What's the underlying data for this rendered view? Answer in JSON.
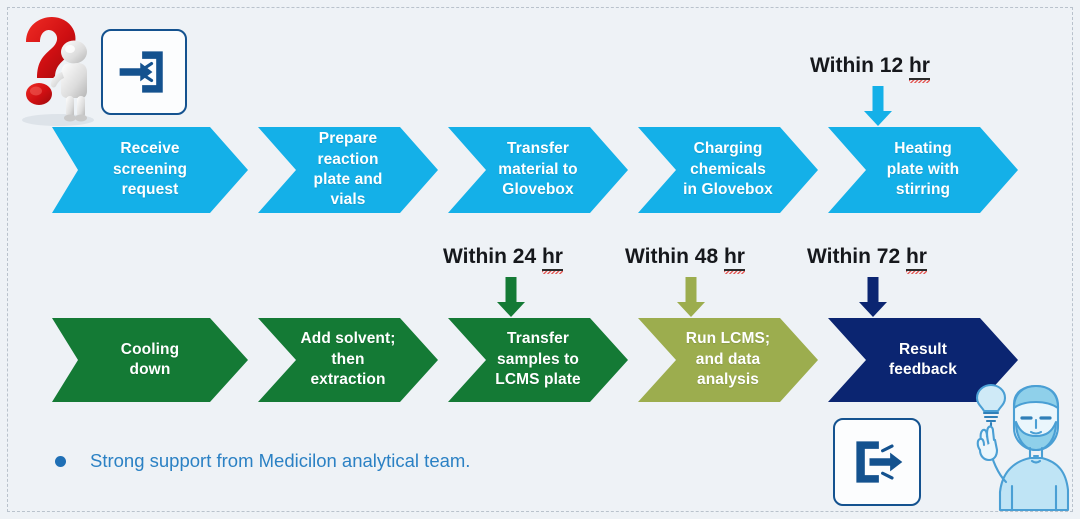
{
  "page": {
    "background_color": "#eef2f6",
    "border_style": "dashed"
  },
  "colors": {
    "blue_chevron": "#14b0e8",
    "green_chevron": "#147a35",
    "olive_chevron": "#9cad4e",
    "navy_chevron": "#0b2571",
    "bullet_text": "#2b81c4",
    "bullet_dot": "#1f6fb5",
    "icon_stroke": "#14528f",
    "label_text": "#16181c",
    "spellcheck_underline": "#e2443f"
  },
  "icons": {
    "login": {
      "name": "login-enter-icon",
      "description": "arrow pointing into a box"
    },
    "logout": {
      "name": "logout-exit-icon",
      "description": "arrow pointing out of a box"
    },
    "question_mark_figure": {
      "name": "question-mark-person-icon",
      "description": "red 3d question mark with grey figure leaning on it"
    },
    "person": {
      "name": "bearded-person-idea-illustration",
      "description": "light blue line-art bearded man pointing up with lightbulb"
    }
  },
  "flow": {
    "top_row": [
      {
        "id": "receive-screening-request",
        "label": "Receive\nscreening\nrequest",
        "color": "#14b0e8",
        "width": 196
      },
      {
        "id": "prepare-reaction-plate-and-vials",
        "label": "Prepare\nreaction\nplate and\nvials",
        "color": "#14b0e8",
        "width": 180
      },
      {
        "id": "transfer-material-to-glovebox",
        "label": "Transfer\nmaterial to\nGlovebox",
        "color": "#14b0e8",
        "width": 180
      },
      {
        "id": "charging-chemicals-in-glovebox",
        "label": "Charging\nchemicals\nin Glovebox",
        "color": "#14b0e8",
        "width": 180
      },
      {
        "id": "heating-plate-with-stirring",
        "label": "Heating\nplate with\nstirring",
        "color": "#14b0e8",
        "width": 190
      }
    ],
    "bottom_row": [
      {
        "id": "cooling-down",
        "label": "Cooling\ndown",
        "color": "#147a35",
        "width": 196
      },
      {
        "id": "add-solvent-then-extraction",
        "label": "Add solvent;\nthen\nextraction",
        "color": "#147a35",
        "width": 180
      },
      {
        "id": "transfer-samples-to-lcms-plate",
        "label": "Transfer\nsamples to\nLCMS plate",
        "color": "#147a35",
        "width": 180
      },
      {
        "id": "run-lcms-and-data-analysis",
        "label": "Run LCMS;\nand data\nanalysis",
        "color": "#9cad4e",
        "width": 180
      },
      {
        "id": "result-feedback",
        "label": "Result\nfeedback",
        "color": "#0b2571",
        "width": 190
      }
    ]
  },
  "time_labels": [
    {
      "id": "within-12-hr",
      "prefix": "Within 12 ",
      "unit": "hr",
      "arrow_color": "#14b0e8",
      "target": "heating-plate-with-stirring"
    },
    {
      "id": "within-24-hr",
      "prefix": "Within 24 ",
      "unit": "hr",
      "arrow_color": "#147a35",
      "target": "transfer-samples-to-lcms-plate"
    },
    {
      "id": "within-48-hr",
      "prefix": "Within 48 ",
      "unit": "hr",
      "arrow_color": "#9cad4e",
      "target": "run-lcms-and-data-analysis"
    },
    {
      "id": "within-72-hr",
      "prefix": "Within 72 ",
      "unit": "hr",
      "arrow_color": "#0b2571",
      "target": "result-feedback"
    }
  ],
  "footnote": {
    "bullet_text": "Strong support from Medicilon analytical team."
  }
}
